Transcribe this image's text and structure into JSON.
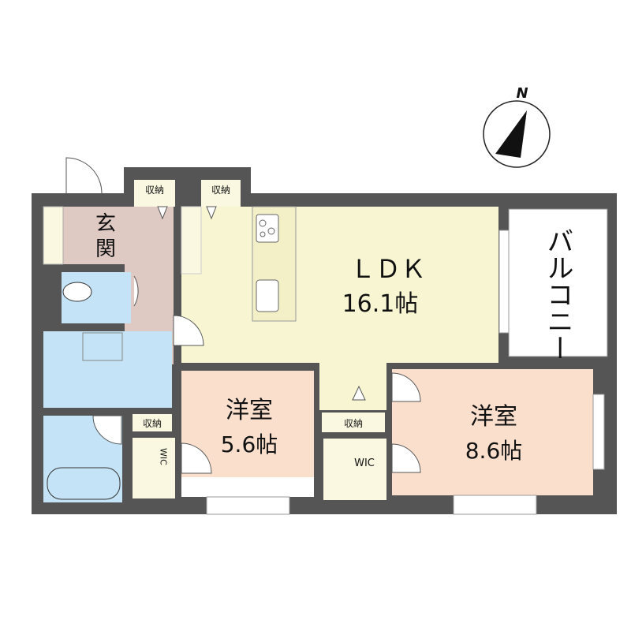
{
  "compass": {
    "north_label": "N",
    "icon": "north-arrow-icon"
  },
  "rooms": {
    "entrance": {
      "label_line1": "玄",
      "label_line2": "関"
    },
    "ldk": {
      "name": "ＬＤＫ",
      "size": "16.1帖"
    },
    "balcony": {
      "label": "バルコニー"
    },
    "bedroom_west": {
      "name": "洋室",
      "size": "5.6帖"
    },
    "bedroom_east": {
      "name": "洋室",
      "size": "8.6帖"
    },
    "storage_top_left": {
      "label": "収納"
    },
    "storage_top_right": {
      "label": "収納"
    },
    "storage_left": {
      "label": "収納"
    },
    "storage_center": {
      "label": "収納"
    },
    "wic_left": {
      "label": "WIC"
    },
    "wic_center": {
      "label": "WIC"
    }
  },
  "colors": {
    "wall": "#555555",
    "ldk": "#f8f6d2",
    "entrance": "#dfc9c3",
    "wet_area": "#c4e3f6",
    "bedroom": "#fadfcd",
    "storage": "#fbf8e1"
  }
}
